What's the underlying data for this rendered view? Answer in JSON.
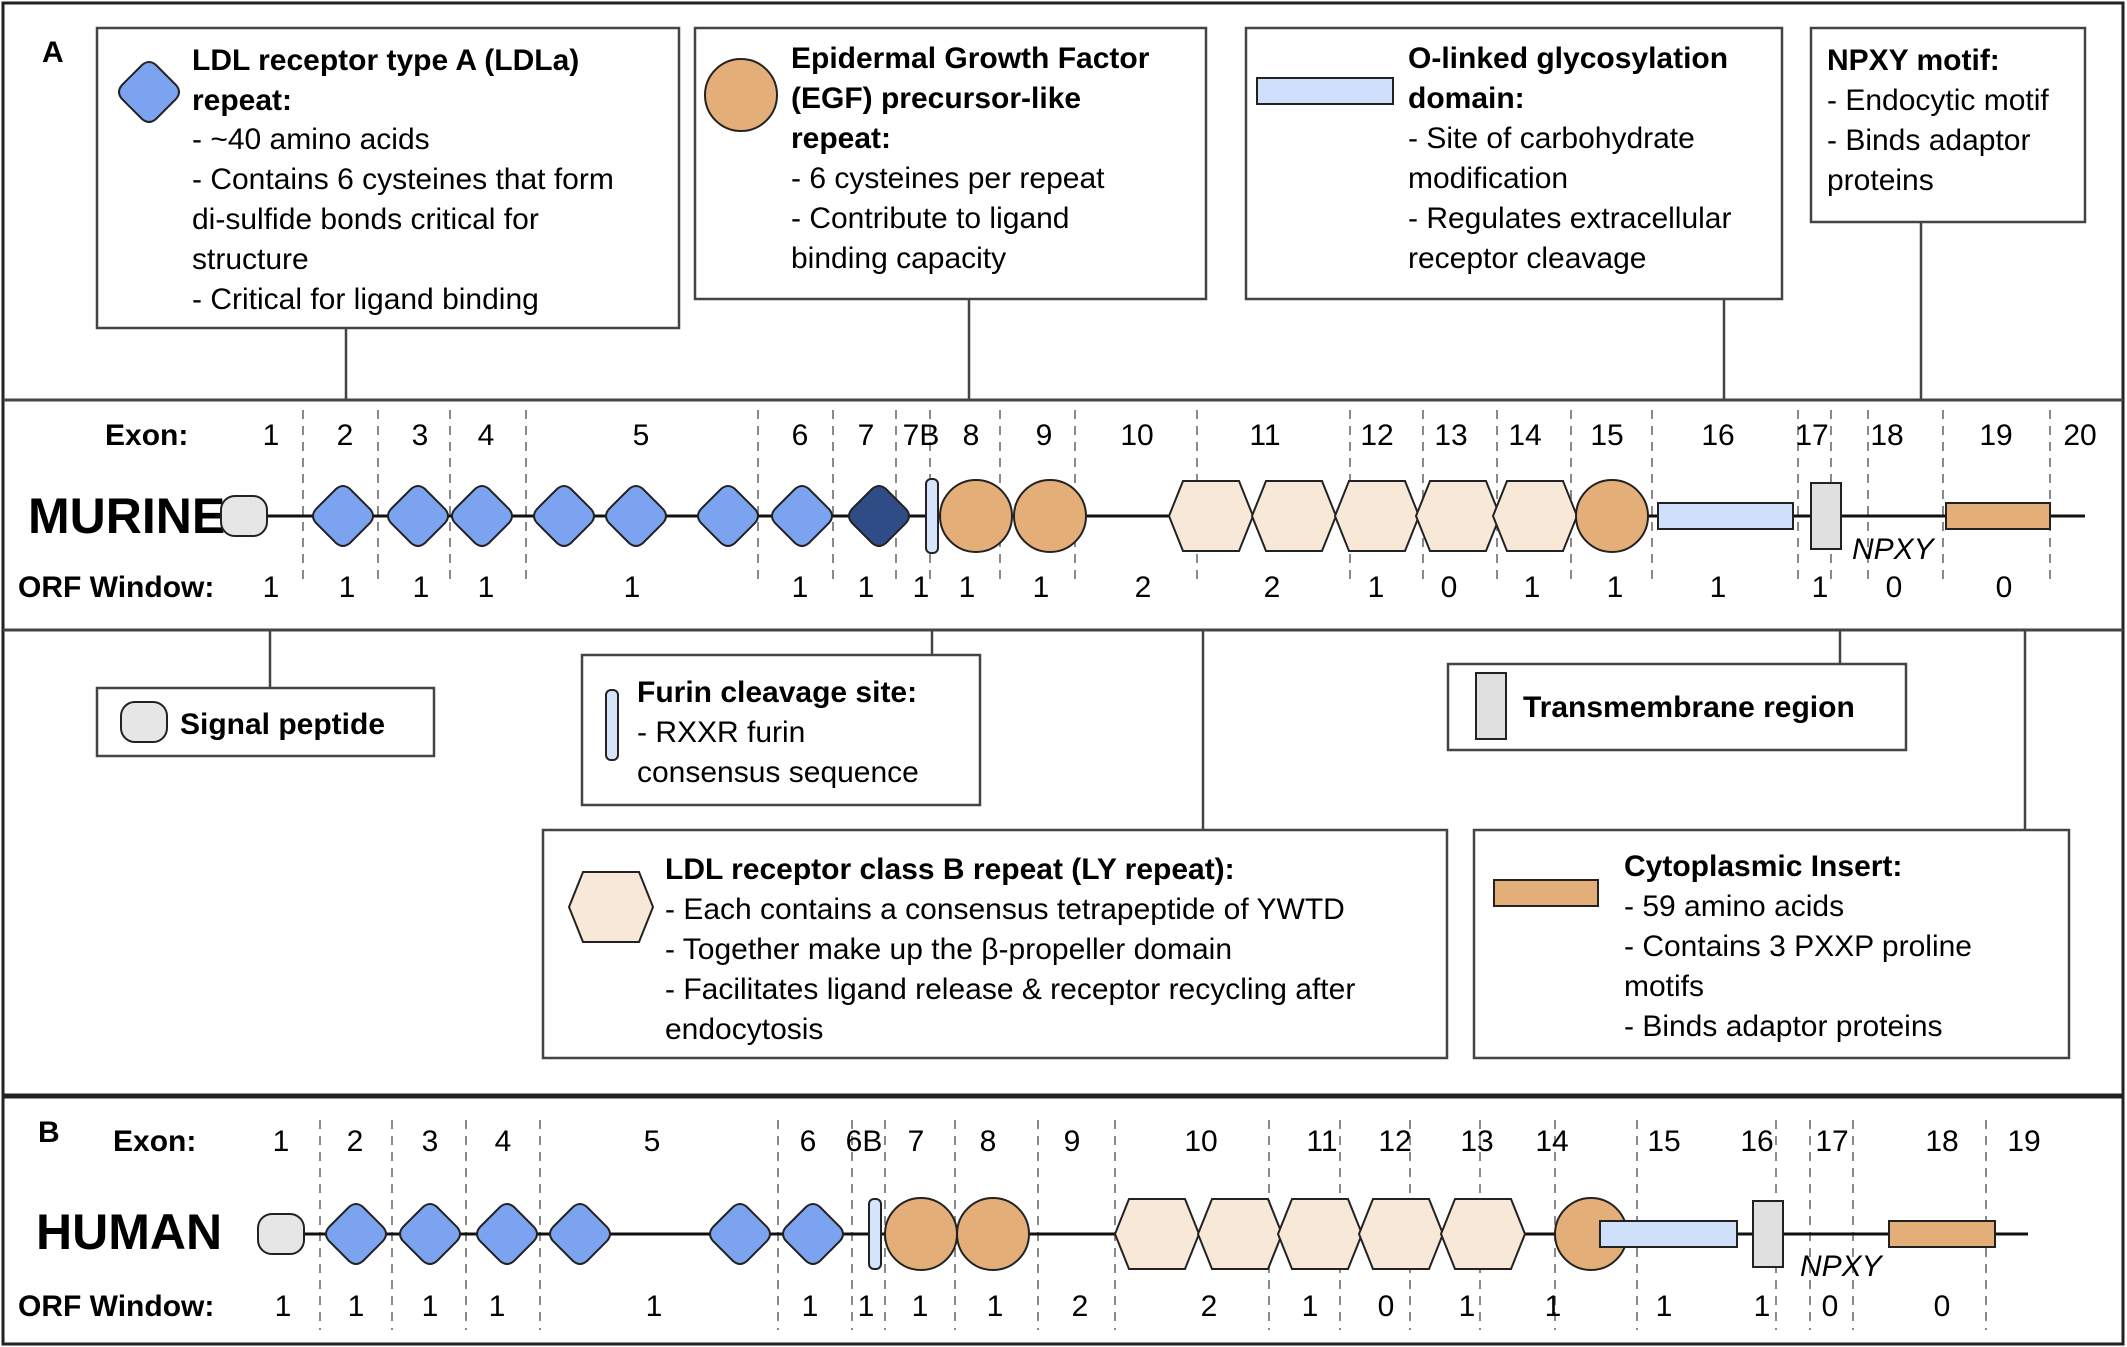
{
  "panels": {
    "a_label": "A",
    "b_label": "B"
  },
  "colors": {
    "ldla": "#7ba3f0",
    "ldla_dark": "#2f4c86",
    "egf": "#e3ae78",
    "ly": "#f8e8d8",
    "glyco": "#cfe0fb",
    "signal": "#e6e6e6",
    "tm": "#e0e0e0",
    "cyto": "#e3ae78",
    "furin": "#d6e4fb"
  },
  "legend": {
    "ldla": {
      "title1": "LDL receptor type A (LDLa)",
      "title2": "repeat:",
      "l1": "- ~40 amino acids",
      "l2": "- Contains 6 cysteines that form",
      "l3": "di-sulfide bonds critical for",
      "l4": "structure",
      "l5": "- Critical for ligand binding"
    },
    "egf": {
      "title1": "Epidermal Growth Factor",
      "title2": "(EGF) precursor-like",
      "title3": "repeat:",
      "l1": "- 6 cysteines per repeat",
      "l2": "- Contribute to ligand",
      "l3": "binding capacity"
    },
    "glyco": {
      "title1": "O-linked glycosylation",
      "title2": "domain:",
      "l1": "- Site of carbohydrate",
      "l2": "modification",
      "l3": "- Regulates extracellular",
      "l4": "receptor cleavage"
    },
    "npxy": {
      "title1": "NPXY motif:",
      "l1": "- Endocytic motif",
      "l2": "- Binds adaptor",
      "l3": "proteins"
    },
    "signal": {
      "title": "Signal peptide"
    },
    "furin": {
      "title": "Furin cleavage site:",
      "l1": "- RXXR furin",
      "l2": "consensus sequence"
    },
    "tm": {
      "title": "Transmembrane region"
    },
    "ly": {
      "title": "LDL receptor class B repeat (LY repeat):",
      "l1": "- Each contains a consensus tetrapeptide of YWTD",
      "l2": "- Together make up the β-propeller domain",
      "l3": "- Facilitates ligand release & receptor recycling after",
      "l4": "endocytosis"
    },
    "cyto": {
      "title": "Cytoplasmic Insert:",
      "l1": "- 59 amino acids",
      "l2": "- Contains 3 PXXP proline",
      "l3": "motifs",
      "l4": "- Binds adaptor proteins"
    }
  },
  "murine": {
    "name": "MURINE",
    "exon_label": "Exon:",
    "orf_label": "ORF Window:",
    "npxy": "NPXY",
    "exons": [
      "1",
      "2",
      "3",
      "4",
      "5",
      "6",
      "7",
      "7B",
      "8",
      "9",
      "10",
      "11",
      "12",
      "13",
      "14",
      "15",
      "16",
      "17",
      "18",
      "19",
      "20"
    ],
    "orf": [
      "1",
      "1",
      "1",
      "1",
      "1",
      "1",
      "1",
      "1",
      "1",
      "1",
      "2",
      "2",
      "1",
      "0",
      "1",
      "1",
      "1",
      "1",
      "0",
      "0"
    ]
  },
  "human": {
    "name": "HUMAN",
    "exon_label": "Exon:",
    "orf_label": "ORF Window:",
    "npxy": "NPXY",
    "exons": [
      "1",
      "2",
      "3",
      "4",
      "5",
      "6",
      "6B",
      "7",
      "8",
      "9",
      "10",
      "11",
      "12",
      "13",
      "14",
      "15",
      "16",
      "17",
      "18",
      "19"
    ],
    "orf": [
      "1",
      "1",
      "1",
      "1",
      "1",
      "1",
      "1",
      "1",
      "1",
      "2",
      "2",
      "1",
      "0",
      "1",
      "1",
      "1",
      "1",
      "0",
      "0"
    ]
  }
}
